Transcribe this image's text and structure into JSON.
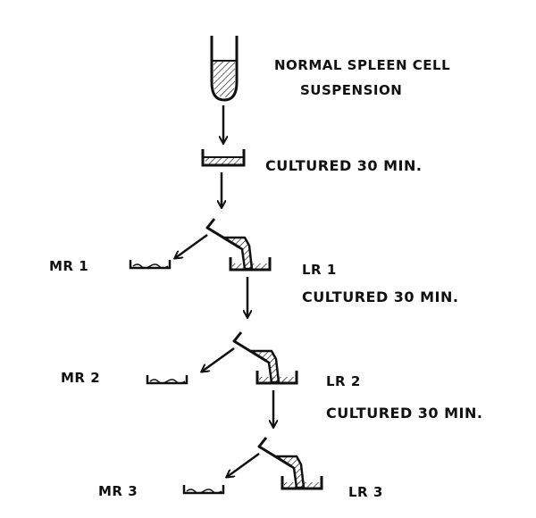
{
  "labels": {
    "start_line1": "NORMAL SPLEEN CELL",
    "start_line2": "SUSPENSION",
    "cultured_0": "CULTURED 30 MIN.",
    "mr1": "MR 1",
    "lr1": "LR 1",
    "cultured_1": "CULTURED 30 MIN.",
    "mr2": "MR 2",
    "lr2": "LR 2",
    "cultured_2": "CULTURED 30 MIN.",
    "mr3": "MR 3",
    "lr3": "LR 3"
  },
  "colors": {
    "ink": "#111111",
    "background": "#ffffff"
  }
}
